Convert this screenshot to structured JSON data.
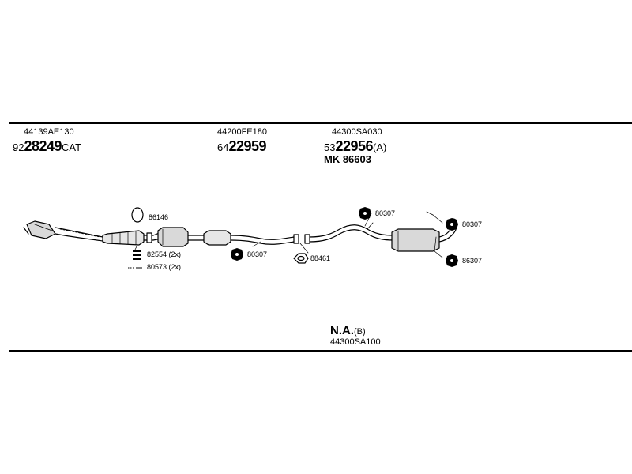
{
  "header_parts": [
    {
      "oe": "44139AE130",
      "prefix": "92",
      "number": "28249",
      "suffix": "CAT"
    },
    {
      "oe": "44200FE180",
      "prefix": "64",
      "number": "22959",
      "suffix": ""
    },
    {
      "oe": "44300SA030",
      "prefix": "53",
      "number": "22956",
      "suffix": "(A)",
      "extra": "MK 86603"
    }
  ],
  "callouts": {
    "c86146": "86146",
    "c82554": "82554 (2x)",
    "c80573": "80573 (2x)",
    "c80307a": "80307",
    "c88461": "88461",
    "c80307b": "80307",
    "c80307c": "80307",
    "c86307": "86307"
  },
  "footer": {
    "na": "N.A.",
    "na_suffix": "(B)",
    "oe": "44300SA100"
  }
}
